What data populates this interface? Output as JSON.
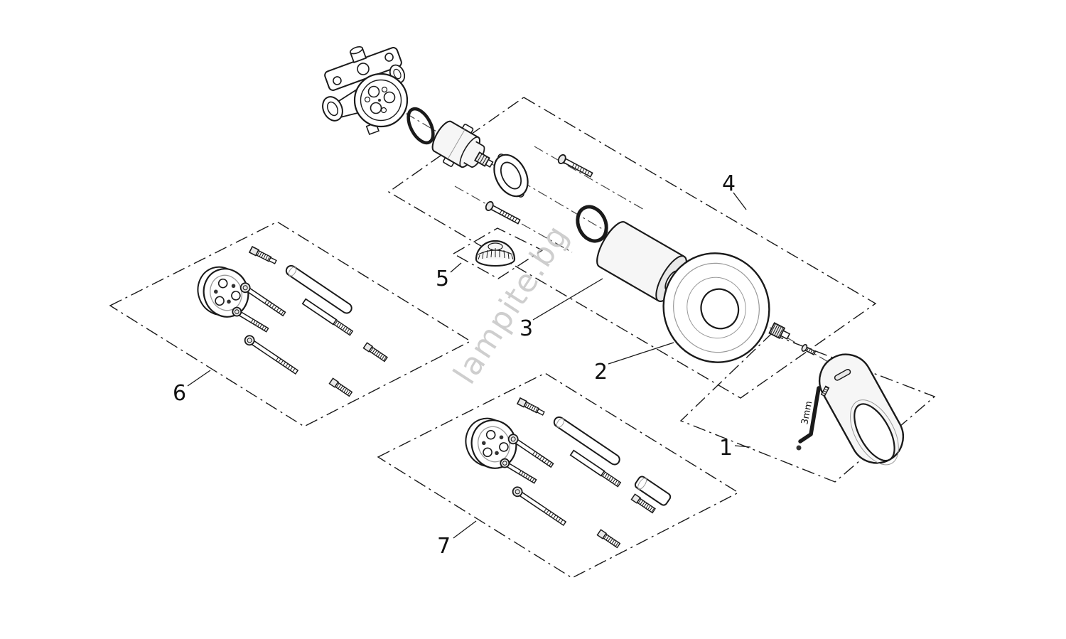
{
  "page": {
    "background": "#ffffff"
  },
  "diagram": {
    "type": "exploded-parts-diagram",
    "watermark": "lampite.bg",
    "labels": {
      "part1": "1",
      "part2": "2",
      "part3": "3",
      "part4": "4",
      "part5": "5",
      "part6": "6",
      "part7": "7"
    },
    "annotations": {
      "hex_key_size": "3mm"
    },
    "colors": {
      "line": "#1a1a1a",
      "shade": "#e8e8e8",
      "watermark": "#c2c2c2",
      "background": "#ffffff"
    }
  }
}
